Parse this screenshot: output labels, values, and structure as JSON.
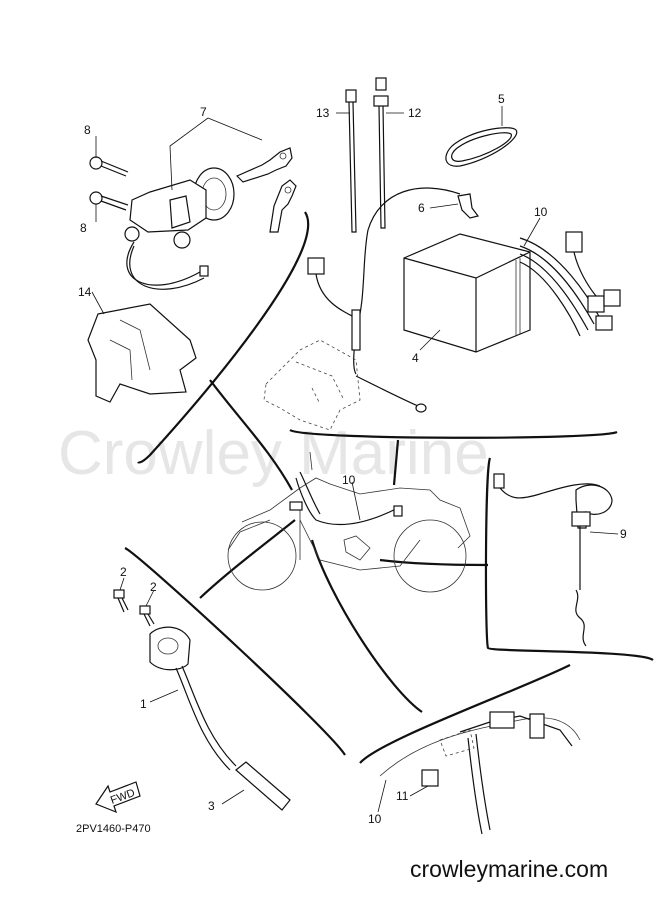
{
  "watermark": "Crowley Marine",
  "footer_site": "crowleymarine.com",
  "diagram_code": "2PV1460-P470",
  "fwd_label": "FWD",
  "callouts": {
    "c1": "1",
    "c2a": "2",
    "c2b": "2",
    "c3": "3",
    "c4": "4",
    "c5": "5",
    "c6": "6",
    "c7": "7",
    "c8a": "8",
    "c8b": "8",
    "c9": "9",
    "c10a": "10",
    "c10b": "10",
    "c10c": "10",
    "c11": "11",
    "c12": "12",
    "c13": "13",
    "c14": "14"
  }
}
